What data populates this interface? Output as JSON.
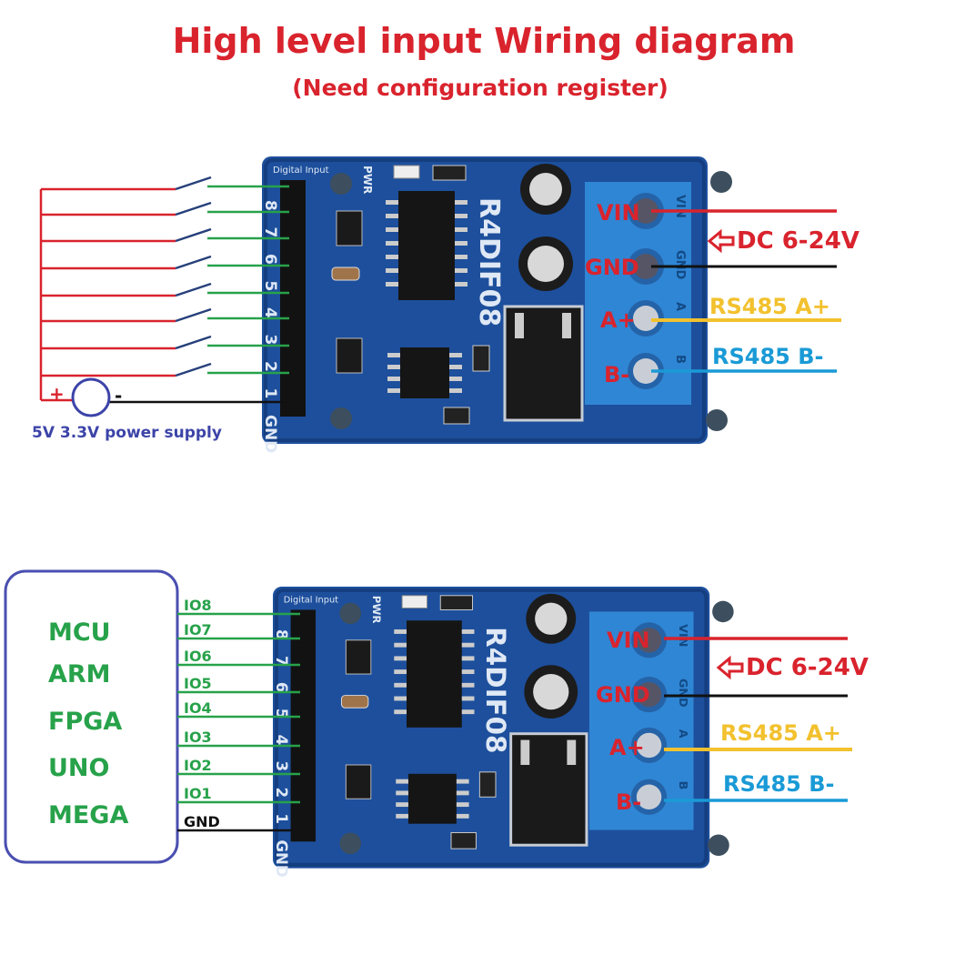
{
  "title": "High level input Wiring diagram",
  "subtitle": "(Need configuration register)",
  "colors": {
    "red": "#d9232d",
    "green": "#27a24a",
    "black": "#111111",
    "yellow": "#f2c12e",
    "blue": "#1a9ad6",
    "supply_blue": "#3c44a8",
    "board": "#1d4f9c",
    "terminal": "#2f86d4"
  },
  "board": {
    "model": "R4DIF08",
    "pwr": "PWR",
    "digital_input": "Digital Input",
    "pins": [
      "8",
      "7",
      "6",
      "5",
      "4",
      "3",
      "2",
      "1",
      "GND"
    ],
    "terminal_silk": [
      "VIN",
      "GND",
      "A",
      "B"
    ]
  },
  "terminals": {
    "vin": "VIN",
    "gnd": "GND",
    "a": "A+",
    "b": "B-"
  },
  "power": {
    "label": "DC 6-24V",
    "arrow_icon": "left-arrow-icon"
  },
  "rs485": {
    "a": "RS485 A+",
    "b": "RS485 B-"
  },
  "top": {
    "plus": "+",
    "minus": "-",
    "supply_label": "5V 3.3V power supply"
  },
  "bottom": {
    "controllers": [
      "MCU",
      "ARM",
      "FPGA",
      "UNO",
      "MEGA"
    ],
    "io_labels": [
      "IO8",
      "IO7",
      "IO6",
      "IO5",
      "IO4",
      "IO3",
      "IO2",
      "IO1"
    ],
    "gnd": "GND"
  }
}
